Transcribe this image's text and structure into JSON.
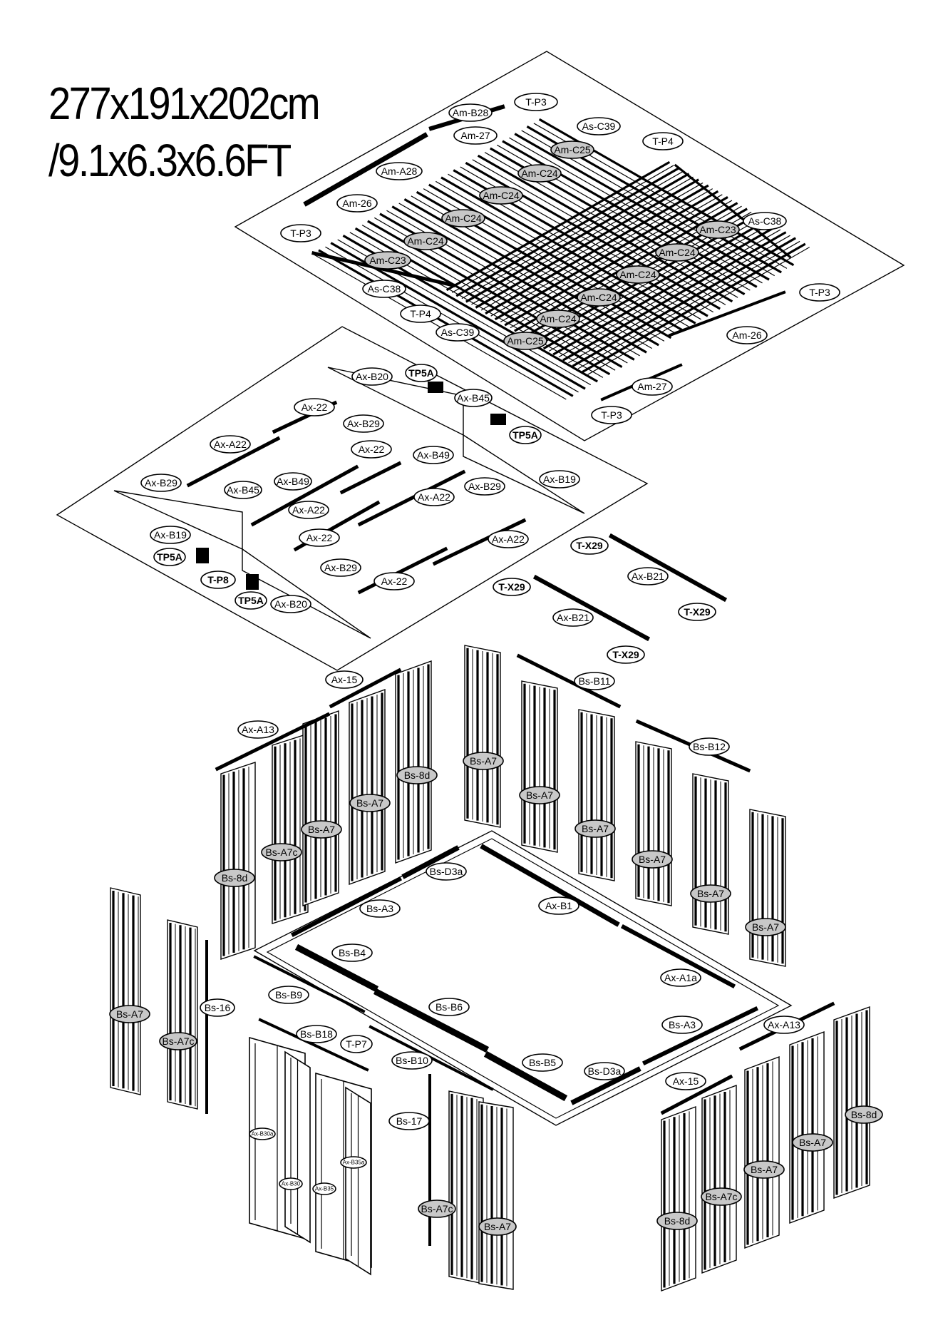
{
  "title": {
    "line1": "277x191x202cm",
    "line2": "/9.1x6.3x6.6FT"
  },
  "labels": {
    "roof": [
      "T-P3",
      "Am-B28",
      "Am-27",
      "As-C39",
      "T-P4",
      "Am-C25",
      "Am-A28",
      "Am-C24",
      "Am-C24",
      "Am-26",
      "Am-C24",
      "T-P3",
      "Am-C24",
      "Am-C23",
      "As-C38",
      "As-C38",
      "Am-C23",
      "Am-C24",
      "Am-C24",
      "T-P4",
      "Am-C24",
      "T-P3",
      "Am-C24",
      "As-C39",
      "Am-C25",
      "Am-26",
      "Am-27",
      "T-P3"
    ],
    "frame": [
      "Ax-B20",
      "TP5A",
      "Ax-B45",
      "Ax-22",
      "Ax-B29",
      "TP5A",
      "Ax-A22",
      "Ax-22",
      "Ax-B49",
      "Ax-B29",
      "Ax-B45",
      "Ax-B49",
      "Ax-B19",
      "Ax-A22",
      "Ax-B29",
      "Ax-A22",
      "Ax-B19",
      "Ax-22",
      "Ax-A22",
      "TP5A",
      "Ax-B29",
      "T-P8",
      "Ax-22",
      "TP5A",
      "Ax-B20"
    ],
    "rails": [
      "T-X29",
      "Ax-B21",
      "T-X29",
      "Ax-B21",
      "T-X29",
      "T-X29"
    ],
    "walls_back": [
      "Ax-15",
      "Bs-B11",
      "Ax-A13",
      "Bs-B12",
      "Bs-A7",
      "Bs-8d",
      "Bs-A7",
      "Bs-A7",
      "Bs-A7",
      "Bs-A7c",
      "Bs-A7",
      "Bs-8d",
      "Bs-A7",
      "Bs-A7",
      "Bs-A7"
    ],
    "floor": [
      "Bs-D3a",
      "Bs-A3",
      "Ax-B1",
      "Bs-B4",
      "Ax-A1a",
      "Bs-B6",
      "Bs-B9",
      "Bs-A3",
      "Bs-B18",
      "T-P7",
      "Bs-B5",
      "Bs-D3a",
      "Bs-B10",
      "Ax-A13",
      "Bs-16",
      "Bs-17",
      "Ax-15"
    ],
    "walls_front": [
      "Bs-A7",
      "Bs-A7c",
      "Bs-8d",
      "Bs-A7",
      "Bs-A7",
      "Bs-A7c",
      "Bs-A7c",
      "Bs-A7",
      "Bs-8d"
    ],
    "door": [
      "Ax-B30a",
      "Ax-B30",
      "Ax-B35a",
      "Ax-B35"
    ]
  }
}
